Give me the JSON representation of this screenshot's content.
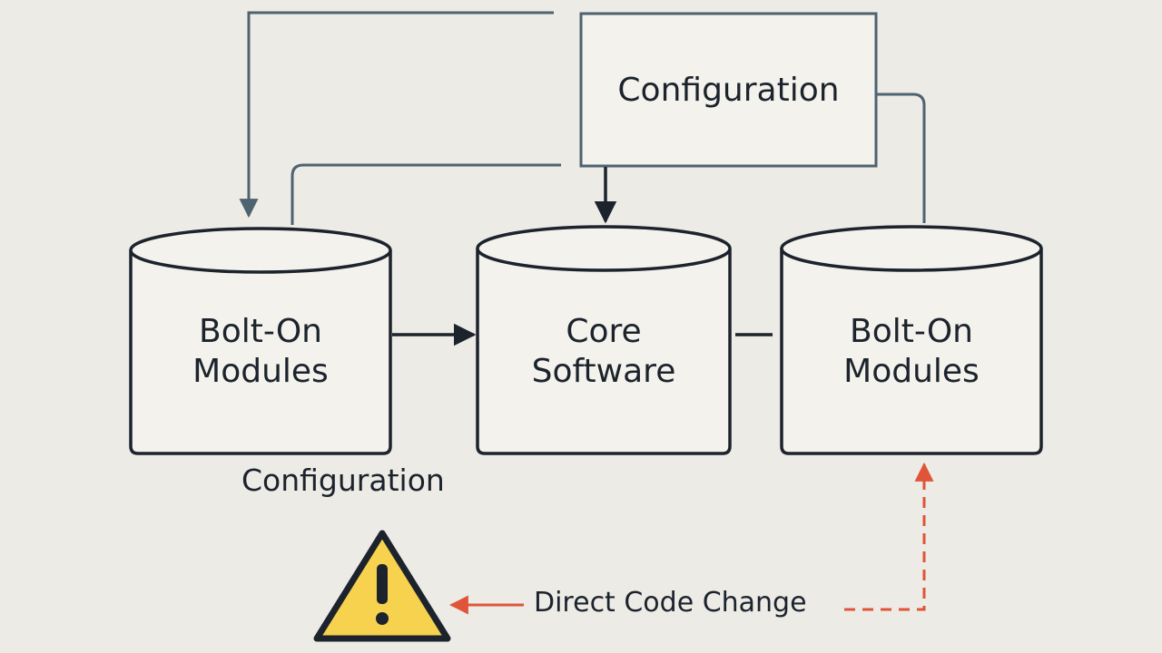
{
  "colors": {
    "background": "#ecebe6",
    "box_fill": "#f3f2ec",
    "stroke": "#1c232c",
    "connector": "#4f6270",
    "warning_fill": "#f6d24e",
    "direct_change": "#e0553a"
  },
  "configuration_box": {
    "label": "Configuration"
  },
  "cylinders": [
    {
      "id": "left",
      "label_line1": "Bolt-On",
      "label_line2": "Modules"
    },
    {
      "id": "center",
      "label_line1": "Core",
      "label_line2": "Software"
    },
    {
      "id": "right",
      "label_line1": "Bolt-On",
      "label_line2": "Modules"
    }
  ],
  "config_caption": {
    "label": "Configuration"
  },
  "direct_change": {
    "label": "Direct Code Change",
    "icon": "warning-icon",
    "warning_glyph": "!"
  }
}
